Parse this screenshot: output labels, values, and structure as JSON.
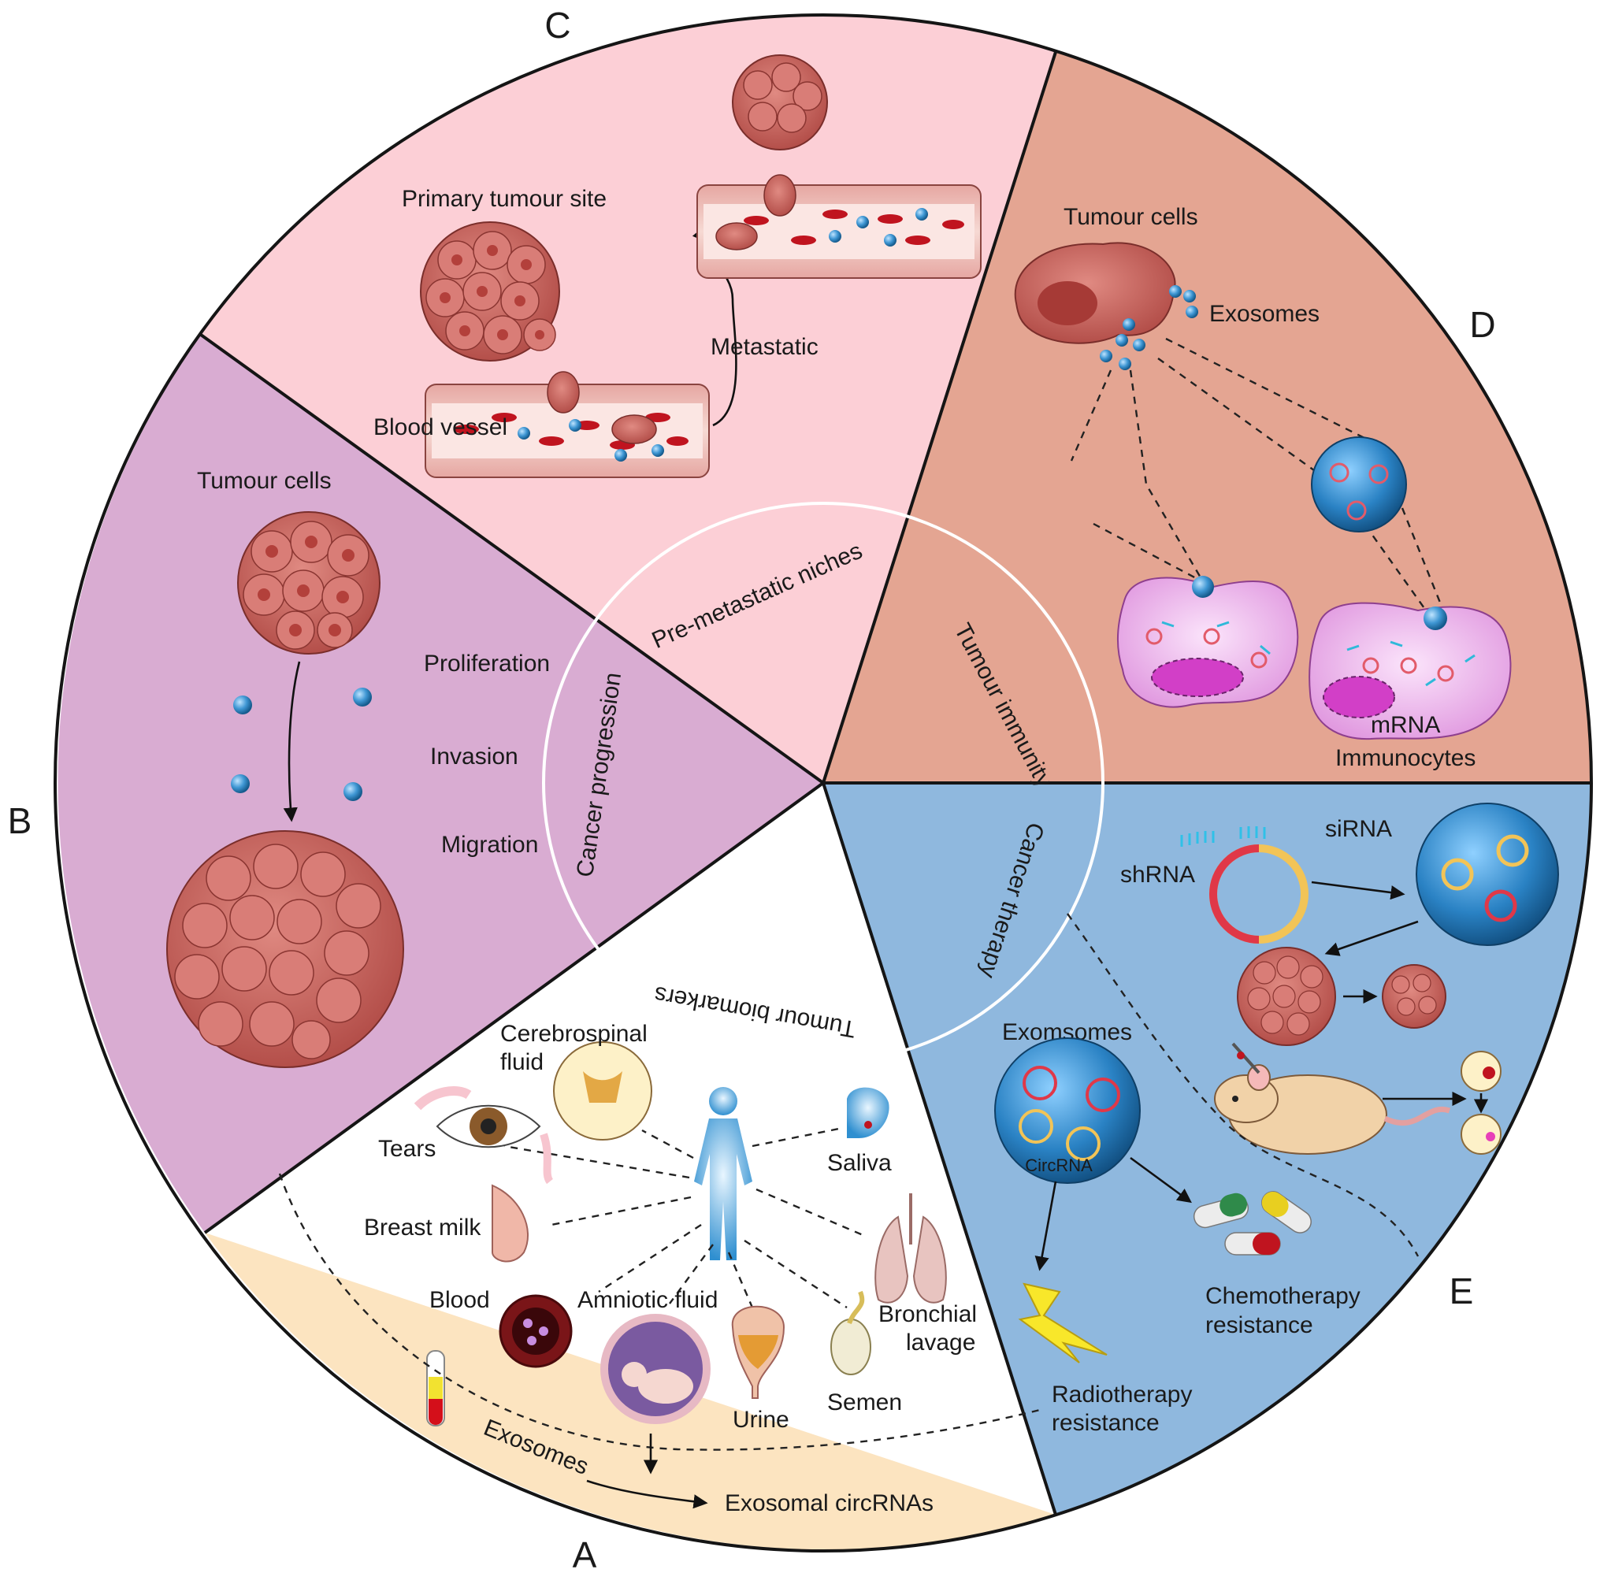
{
  "sections": {
    "A": {
      "letter": "A",
      "ring_label": "Tumour biomarkers",
      "fluids": {
        "csf": "Cerebrospinal fluid",
        "csf_line1": "Cerebrospinal",
        "csf_line2": "fluid",
        "tears": "Tears",
        "saliva": "Saliva",
        "breast_milk": "Breast milk",
        "blood": "Blood",
        "amniotic": "Amniotic fluid",
        "urine": "Urine",
        "semen": "Semen",
        "bronchial_line1": "Bronchial",
        "bronchial_line2": "lavage"
      },
      "exosomes": "Exosomes",
      "exosomal_circrnas": "Exosomal circRNAs"
    },
    "B": {
      "letter": "B",
      "ring_label": "Cancer progression",
      "tumour_cells": "Tumour cells",
      "proliferation": "Proliferation",
      "invasion": "Invasion",
      "migration": "Migration"
    },
    "C": {
      "letter": "C",
      "ring_label": "Pre-metastatic niches",
      "primary_site": "Primary tumour site",
      "blood_vessel": "Blood vessel",
      "metastatic": "Metastatic"
    },
    "D": {
      "letter": "D",
      "ring_label": "Tumour immunity",
      "tumour_cells": "Tumour cells",
      "exosomes": "Exosomes",
      "mrna": "mRNA",
      "immunocytes": "Immunocytes"
    },
    "E": {
      "letter": "E",
      "ring_label": "Cancer therapy",
      "sirna": "siRNA",
      "shrna": "shRNA",
      "exomsomes": "Exomsomes",
      "circrna": "CircRNA",
      "chemo_line1": "Chemotherapy",
      "chemo_line2": "resistance",
      "radio_line1": "Radiotherapy",
      "radio_line2": "resistance"
    }
  },
  "colors": {
    "A": "#fce4c0",
    "B": "#d9acd2",
    "C": "#fccfd6",
    "D": "#e4a592",
    "E": "#8fb8de",
    "cell": "#c9605a",
    "exosome": "#3f97d4"
  }
}
